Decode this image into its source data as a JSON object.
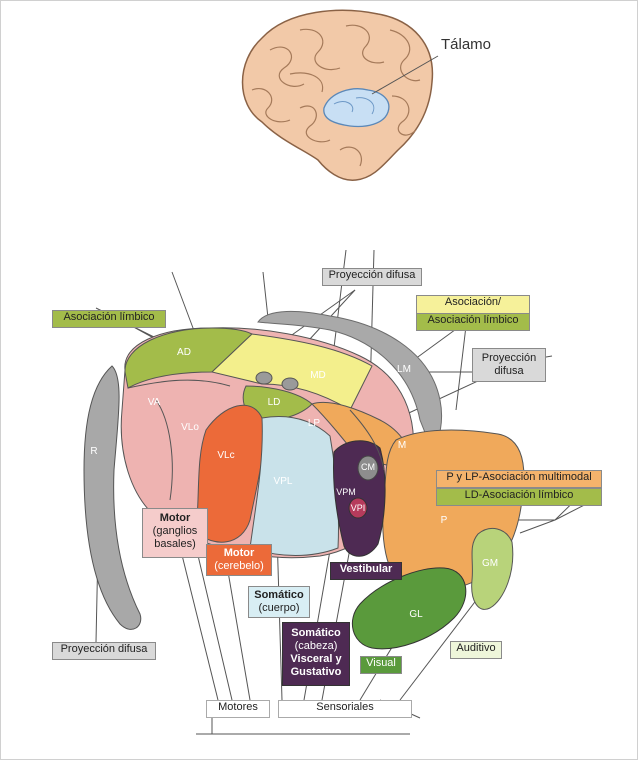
{
  "top_label": "Tálamo",
  "nuclei": {
    "AD": "AD",
    "MD": "MD",
    "LM": "LM",
    "VA": "VA",
    "VLo": "VLo",
    "LD": "LD",
    "LP": "LP",
    "M": "M",
    "VLc": "VLc",
    "VPL": "VPL",
    "CM": "CM",
    "VPM": "VPM",
    "VPI": "VPI",
    "P": "P",
    "GM": "GM",
    "GL": "GL",
    "R": "R"
  },
  "labels": {
    "proy_difusa_top": "Proyección difusa",
    "asoc_limbico_left": "Asociación límbico",
    "asociacion": "Asociación/",
    "asoc_limbico_right": "Asociación límbico",
    "proy_difusa_right_1": "Proyección",
    "proy_difusa_right_2": "difusa",
    "p_lp": "P y LP-Asociación multimodal",
    "ld_asoc": "LD-Asociación límbico",
    "motor_gb_1": "Motor",
    "motor_gb_2": "(ganglios",
    "motor_gb_3": "basales)",
    "motor_cer_1": "Motor",
    "motor_cer_2": "(cerebelo)",
    "vestibular": "Vestibular",
    "somatico_cuerpo_1": "Somático",
    "somatico_cuerpo_2": "(cuerpo)",
    "somatico_cabeza_1": "Somático",
    "somatico_cabeza_2": "(cabeza)",
    "somatico_cabeza_3": "Visceral y",
    "somatico_cabeza_4": "Gustativo",
    "visual": "Visual",
    "auditivo": "Auditivo",
    "proy_difusa_bottom": "Proyección difusa",
    "motores": "Motores",
    "sensoriales": "Sensoriales"
  },
  "colors": {
    "limbic_green": "#a3bc4a",
    "yellow": "#f3ef8c",
    "pink": "#eeb3b1",
    "red_orange": "#ec6a39",
    "light_blue": "#c9e2ea",
    "orange": "#f0a95b",
    "purple": "#4e2a53",
    "gl_green": "#5a9a3c",
    "gm_green": "#b8d37a",
    "gray": "#9a9a9a"
  }
}
